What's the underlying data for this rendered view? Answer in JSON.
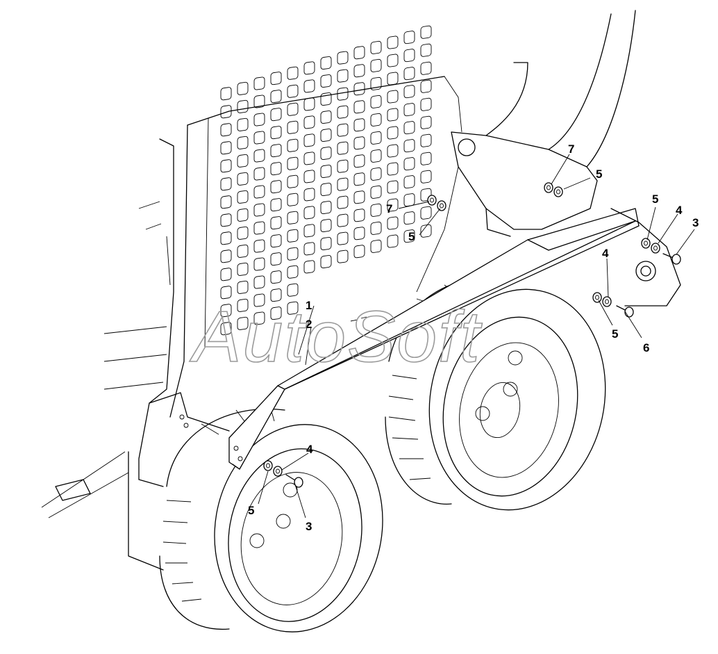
{
  "watermark": "AutoSoft",
  "callouts": [
    {
      "id": "c1",
      "label": "1"
    },
    {
      "id": "c2",
      "label": "2"
    },
    {
      "id": "c3a",
      "label": "3"
    },
    {
      "id": "c3b",
      "label": "3"
    },
    {
      "id": "c4a",
      "label": "4"
    },
    {
      "id": "c4b",
      "label": "4"
    },
    {
      "id": "c4c",
      "label": "4"
    },
    {
      "id": "c5a",
      "label": "5"
    },
    {
      "id": "c5b",
      "label": "5"
    },
    {
      "id": "c5c",
      "label": "5"
    },
    {
      "id": "c5d",
      "label": "5"
    },
    {
      "id": "c5e",
      "label": "5"
    },
    {
      "id": "c6",
      "label": "6"
    },
    {
      "id": "c7a",
      "label": "7"
    },
    {
      "id": "c7b",
      "label": "7"
    }
  ]
}
